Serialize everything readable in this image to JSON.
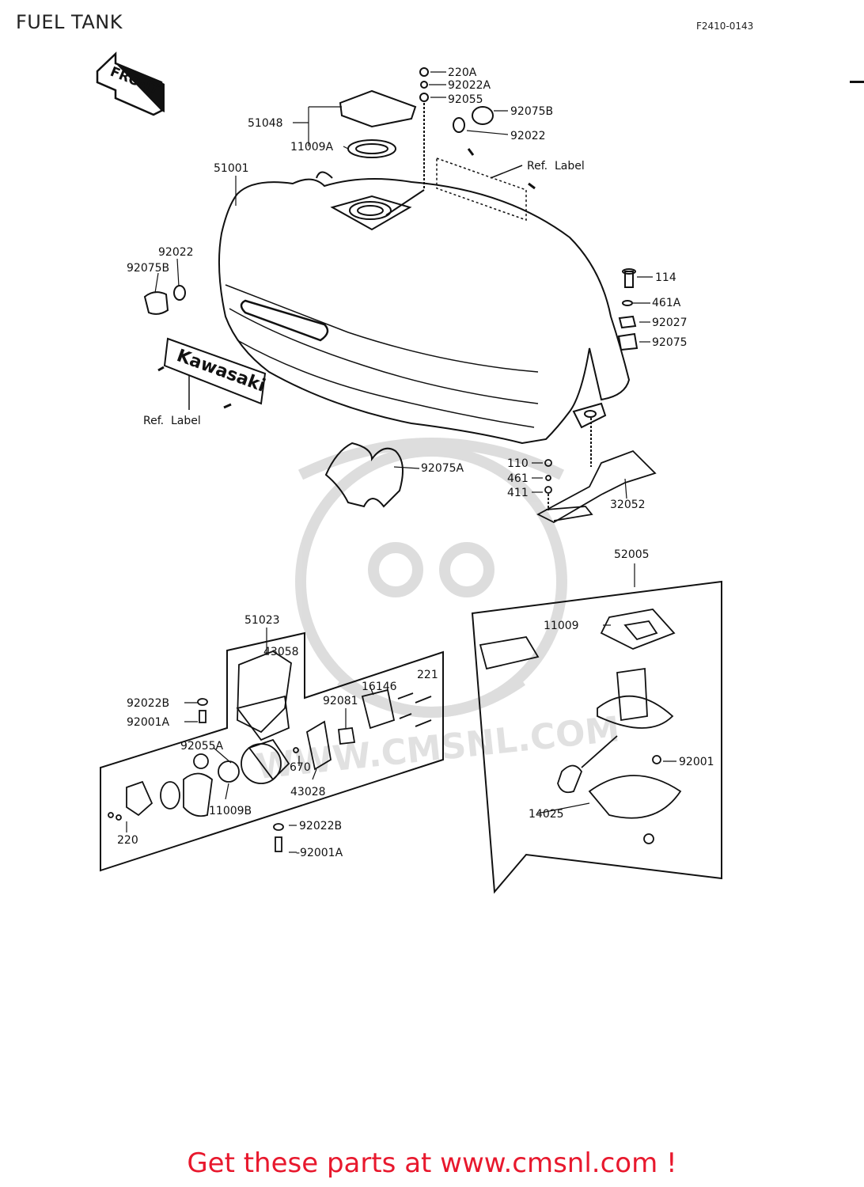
{
  "header": {
    "title": "FUEL TANK",
    "figure_code": "F2410-0143"
  },
  "arrow": {
    "text": "FRONT"
  },
  "brand_emblem": {
    "text": "Kawasaki"
  },
  "watermark": {
    "text": "WWW.CMSNL.COM"
  },
  "parts": {
    "p220a": "220A",
    "p92022a": "92022A",
    "p92055": "92055",
    "p92075b_top": "92075B",
    "p92022_top": "92022",
    "p51048": "51048",
    "p11009a": "11009A",
    "ref_label_top": "Ref.  Label",
    "p51001": "51001",
    "p92022_left": "92022",
    "p92075b_left": "92075B",
    "p114": "114",
    "p461a": "461A",
    "p92027": "92027",
    "p92075": "92075",
    "ref_label_left": "Ref.  Label",
    "p92075a": "92075A",
    "p110": "110",
    "p461": "461",
    "p411": "411",
    "p32052": "32052",
    "p52005": "52005",
    "p51023": "51023",
    "p43058": "43058",
    "p16146": "16146",
    "p221": "221",
    "p92081": "92081",
    "p92022b_top": "92022B",
    "p92001a_top": "92001A",
    "p92055a": "92055A",
    "p670": "670",
    "p43028": "43028",
    "p11009b": "11009B",
    "p220": "220",
    "p92022b_bottom": "92022B",
    "p92001a_bottom": "-92001A",
    "p11009": "11009",
    "p92001": "92001",
    "p14025": "14025"
  },
  "promo": {
    "text": "Get these parts at www.cmsnl.com !",
    "color": "#e8182d"
  }
}
